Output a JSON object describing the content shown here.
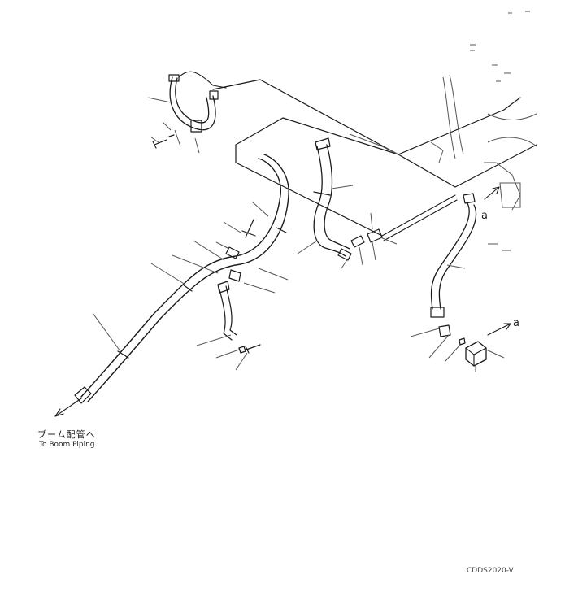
{
  "diagram": {
    "caption_jp": "ブーム配管へ",
    "caption_en": "To Boom Piping",
    "view_label_1": "a",
    "view_label_2": "a",
    "drawing_number": "CDDS2020-V"
  }
}
